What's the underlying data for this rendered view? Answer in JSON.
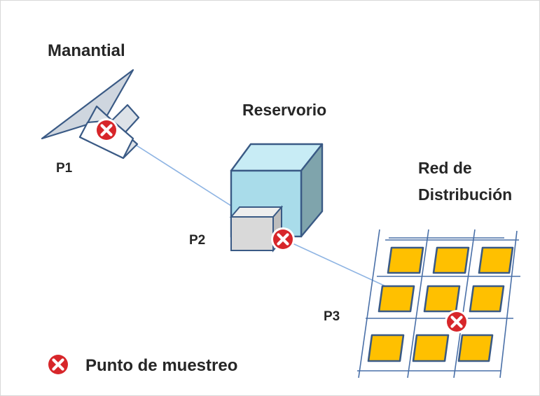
{
  "labels": {
    "manantial": "Manantial",
    "reservorio": "Reservorio",
    "red_line1": "Red de",
    "red_line2": "Distribución",
    "p1": "P1",
    "p2": "P2",
    "p3": "P3"
  },
  "legend": {
    "text": "Punto de muestreo",
    "icon": "sampling-point-marker-icon"
  },
  "colors": {
    "marker": "#d7262a",
    "line": "#8eb4e3",
    "outline": "#3a5a85",
    "spring_fill": "#cfd6df",
    "reservoir_front": "#a9dcea",
    "reservoir_top": "#c8ecf5",
    "reservoir_side": "#7fa4ac",
    "grid_line": "#4a70a8",
    "tile": "#ffc000"
  }
}
